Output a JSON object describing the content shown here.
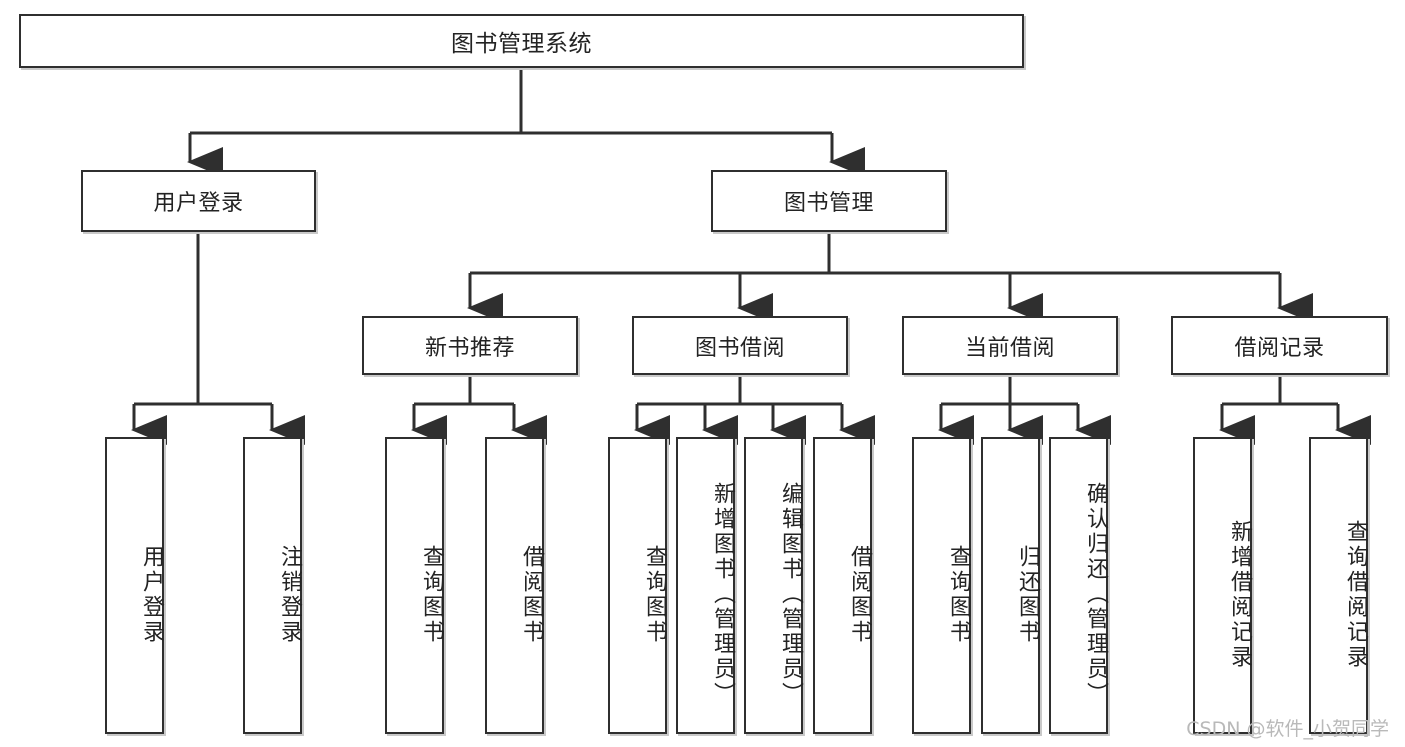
{
  "diagram": {
    "type": "tree-hierarchy-chart",
    "title": "图书管理系统",
    "colors": {
      "box_border": "#2f2f2f",
      "box_fill": "#ffffff",
      "connector": "#2f2f2f",
      "text": "#232323",
      "watermark": "#b9b9b9",
      "shadow": "#c9c9c9"
    },
    "levels": {
      "level1": [
        "图书管理系统"
      ],
      "level2": [
        "用户登录",
        "图书管理"
      ],
      "level3": [
        "新书推荐",
        "图书借阅",
        "当前借阅",
        "借阅记录"
      ],
      "level4": [
        "用户登录",
        "注销登录",
        "查询图书",
        "借阅图书",
        "查询图书",
        "新增图书（管理员）",
        "编辑图书（管理员）",
        "借阅图书",
        "查询图书",
        "归还图书",
        "确认归还（管理员）",
        "新增借阅记录",
        "查询借阅记录"
      ]
    },
    "nodes": {
      "root": {
        "label": "图书管理系统"
      },
      "user_login": {
        "label": "用户登录"
      },
      "book_manage": {
        "label": "图书管理"
      },
      "new_book_rec": {
        "label": "新书推荐"
      },
      "book_borrow": {
        "label": "图书借阅"
      },
      "current_borrow": {
        "label": "当前借阅"
      },
      "borrow_record": {
        "label": "借阅记录"
      },
      "leaf_user_login": {
        "label": "用户登录"
      },
      "leaf_logout": {
        "label": "注销登录"
      },
      "leaf_query_book_a": {
        "label": "查询图书"
      },
      "leaf_borrow_book_a": {
        "label": "借阅图书"
      },
      "leaf_query_book_b": {
        "label": "查询图书"
      },
      "leaf_add_book": {
        "label": "新增图书（管理员）"
      },
      "leaf_edit_book": {
        "label": "编辑图书（管理员）"
      },
      "leaf_borrow_book_b": {
        "label": "借阅图书"
      },
      "leaf_query_book_c": {
        "label": "查询图书"
      },
      "leaf_return_book": {
        "label": "归还图书"
      },
      "leaf_confirm_return": {
        "label": "确认归还（管理员）"
      },
      "leaf_add_record": {
        "label": "新增借阅记录"
      },
      "leaf_query_record": {
        "label": "查询借阅记录"
      }
    },
    "edges": [
      {
        "from": "root",
        "to": "user_login"
      },
      {
        "from": "root",
        "to": "book_manage"
      },
      {
        "from": "user_login",
        "to": "leaf_user_login"
      },
      {
        "from": "user_login",
        "to": "leaf_logout"
      },
      {
        "from": "book_manage",
        "to": "new_book_rec"
      },
      {
        "from": "book_manage",
        "to": "book_borrow"
      },
      {
        "from": "book_manage",
        "to": "current_borrow"
      },
      {
        "from": "book_manage",
        "to": "borrow_record"
      },
      {
        "from": "new_book_rec",
        "to": "leaf_query_book_a"
      },
      {
        "from": "new_book_rec",
        "to": "leaf_borrow_book_a"
      },
      {
        "from": "book_borrow",
        "to": "leaf_query_book_b"
      },
      {
        "from": "book_borrow",
        "to": "leaf_add_book"
      },
      {
        "from": "book_borrow",
        "to": "leaf_edit_book"
      },
      {
        "from": "book_borrow",
        "to": "leaf_borrow_book_b"
      },
      {
        "from": "current_borrow",
        "to": "leaf_query_book_c"
      },
      {
        "from": "current_borrow",
        "to": "leaf_return_book"
      },
      {
        "from": "current_borrow",
        "to": "leaf_confirm_return"
      },
      {
        "from": "borrow_record",
        "to": "leaf_add_record"
      },
      {
        "from": "borrow_record",
        "to": "leaf_query_record"
      }
    ]
  },
  "watermark": {
    "text": "CSDN @软件_小贺同学"
  }
}
